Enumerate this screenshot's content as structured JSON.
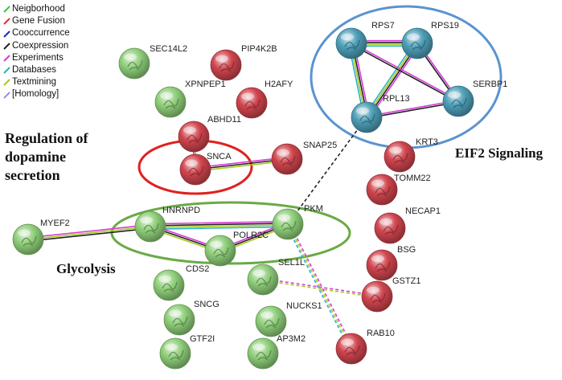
{
  "legend": [
    {
      "label": "Neigborhood",
      "color": "#2ecc40"
    },
    {
      "label": "Gene Fusion",
      "color": "#e8302a"
    },
    {
      "label": "Cooccurrence",
      "color": "#1c2ab8"
    },
    {
      "label": "Coexpression",
      "color": "#222222"
    },
    {
      "label": "Experiments",
      "color": "#d63cd6"
    },
    {
      "label": "Databases",
      "color": "#26b3c4"
    },
    {
      "label": "Textmining",
      "color": "#a8c81e"
    },
    {
      "label": "[Homology]",
      "color": "#9a8fe0"
    }
  ],
  "colors": {
    "green_node": "#8fcf7a",
    "red_node": "#d0454e",
    "blue_node": "#4e9fb8",
    "green_ellipse": "#6aaa45",
    "red_ellipse": "#e02020",
    "blue_ellipse": "#5b93cf"
  },
  "annotations": {
    "dopamine": [
      "Regulation of",
      "dopamine",
      "secretion"
    ],
    "eif2": "EIF2 Signaling",
    "glycolysis": "Glycolysis"
  },
  "nodes": [
    {
      "id": "SEC14L2",
      "label": "SEC14L2",
      "group": "green"
    },
    {
      "id": "PIP4K2B",
      "label": "PIP4K2B",
      "group": "red"
    },
    {
      "id": "XPNPEP1",
      "label": "XPNPEP1",
      "group": "green"
    },
    {
      "id": "H2AFY",
      "label": "H2AFY",
      "group": "red"
    },
    {
      "id": "ABHD11",
      "label": "ABHD11",
      "group": "red"
    },
    {
      "id": "SNCA",
      "label": "SNCA",
      "group": "red"
    },
    {
      "id": "SNAP25",
      "label": "SNAP25",
      "group": "red"
    },
    {
      "id": "RPS7",
      "label": "RPS7",
      "group": "blue"
    },
    {
      "id": "RPS19",
      "label": "RPS19",
      "group": "blue"
    },
    {
      "id": "SERBP1",
      "label": "SERBP1",
      "group": "blue"
    },
    {
      "id": "RPL13",
      "label": "RPL13",
      "group": "blue"
    },
    {
      "id": "KRT3",
      "label": "KRT3",
      "group": "red"
    },
    {
      "id": "TOMM22",
      "label": "TOMM22",
      "group": "red"
    },
    {
      "id": "NECAP1",
      "label": "NECAP1",
      "group": "red"
    },
    {
      "id": "BSG",
      "label": "BSG",
      "group": "red"
    },
    {
      "id": "GSTZ1",
      "label": "GSTZ1",
      "group": "red"
    },
    {
      "id": "RAB10",
      "label": "RAB10",
      "group": "red"
    },
    {
      "id": "MYEF2",
      "label": "MYEF2",
      "group": "green"
    },
    {
      "id": "HNRNPD",
      "label": "HNRNPD",
      "group": "green"
    },
    {
      "id": "PKM",
      "label": "PKM",
      "group": "green"
    },
    {
      "id": "POLR2C",
      "label": "POLR2C",
      "group": "green"
    },
    {
      "id": "CDS2",
      "label": "CDS2",
      "group": "green"
    },
    {
      "id": "SEL1L",
      "label": "SEL1L",
      "group": "green"
    },
    {
      "id": "SNCG",
      "label": "SNCG",
      "group": "green"
    },
    {
      "id": "NUCKS1",
      "label": "NUCKS1",
      "group": "green"
    },
    {
      "id": "GTF2I",
      "label": "GTF2I",
      "group": "green"
    },
    {
      "id": "AP3M2",
      "label": "AP3M2",
      "group": "green"
    },
    {
      "id": "EXTRA1",
      "label": "",
      "group": "green"
    },
    {
      "id": "EXTRA2",
      "label": "",
      "group": "green"
    },
    {
      "id": "EXTRA3",
      "label": "",
      "group": "red"
    },
    {
      "id": "EXTRA4",
      "label": "",
      "group": "red"
    }
  ],
  "edges": [
    {
      "a": "RPS7",
      "b": "RPS19",
      "types": [
        "Experiments",
        "Coexpression",
        "Textmining",
        "Databases"
      ],
      "dashed": false
    },
    {
      "a": "RPS7",
      "b": "RPL13",
      "types": [
        "Experiments",
        "Coexpression",
        "Textmining",
        "Databases"
      ],
      "dashed": false
    },
    {
      "a": "RPS19",
      "b": "RPL13",
      "types": [
        "Experiments",
        "Coexpression",
        "Textmining",
        "Databases"
      ],
      "dashed": false
    },
    {
      "a": "RPS7",
      "b": "SERBP1",
      "types": [
        "Experiments",
        "Coexpression"
      ],
      "dashed": false
    },
    {
      "a": "RPS19",
      "b": "SERBP1",
      "types": [
        "Experiments",
        "Coexpression"
      ],
      "dashed": false
    },
    {
      "a": "RPL13",
      "b": "SERBP1",
      "types": [
        "Experiments",
        "Coexpression"
      ],
      "dashed": false
    },
    {
      "a": "RPL13",
      "b": "PKM",
      "types": [
        "Coexpression"
      ],
      "dashed": true
    },
    {
      "a": "SNCA",
      "b": "SNAP25",
      "types": [
        "Experiments",
        "Coexpression",
        "Textmining"
      ],
      "dashed": false
    },
    {
      "a": "SNCA",
      "b": "ABHD11",
      "types": [
        "Experiments",
        "Textmining"
      ],
      "dashed": false
    },
    {
      "a": "MYEF2",
      "b": "HNRNPD",
      "types": [
        "Experiments",
        "Textmining",
        "Coexpression"
      ],
      "dashed": false
    },
    {
      "a": "HNRNPD",
      "b": "PKM",
      "types": [
        "Experiments",
        "Coexpression",
        "Textmining",
        "Databases"
      ],
      "dashed": false
    },
    {
      "a": "HNRNPD",
      "b": "POLR2C",
      "types": [
        "Experiments",
        "Coexpression",
        "Textmining"
      ],
      "dashed": false
    },
    {
      "a": "POLR2C",
      "b": "PKM",
      "types": [
        "Experiments",
        "Coexpression",
        "Textmining"
      ],
      "dashed": false
    },
    {
      "a": "PKM",
      "b": "RAB10",
      "types": [
        "Experiments",
        "Textmining",
        "Databases"
      ],
      "dashed": true
    },
    {
      "a": "SEL1L",
      "b": "GSTZ1",
      "types": [
        "Experiments",
        "Textmining"
      ],
      "dashed": true
    }
  ]
}
